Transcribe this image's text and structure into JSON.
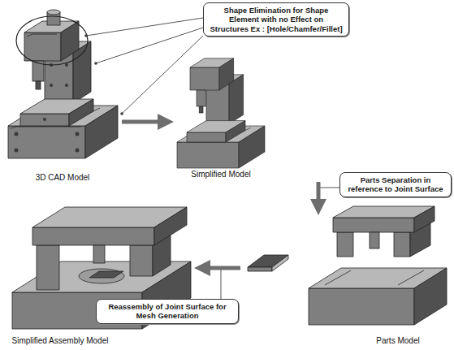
{
  "diagram": {
    "nodes": [
      {
        "text": [
          "Shape Elimination for Shape Element with no Effect on Structures Ex : [Hole/Chamfer/Fillet]"
        ]
      },
      {
        "text": [
          "3D CAD Model"
        ]
      },
      {
        "text": [
          "Simplified Model"
        ]
      },
      {
        "text": [
          "Parts Separation in reference to Joint Surface"
        ]
      },
      {
        "text": [
          "Parts Model"
        ]
      },
      {
        "text": [
          "Reassembly of Joint Surface for Mesh Generation"
        ]
      },
      {
        "text": [
          "Simplified Assembly Model"
        ]
      }
    ],
    "edges": [
      {
        "from": 1,
        "to": 2,
        "arrow": "to"
      },
      {
        "from": 2,
        "to": 4,
        "arrow": "to"
      },
      {
        "from": 4,
        "to": 6,
        "arrow": "to"
      }
    ]
  }
}
